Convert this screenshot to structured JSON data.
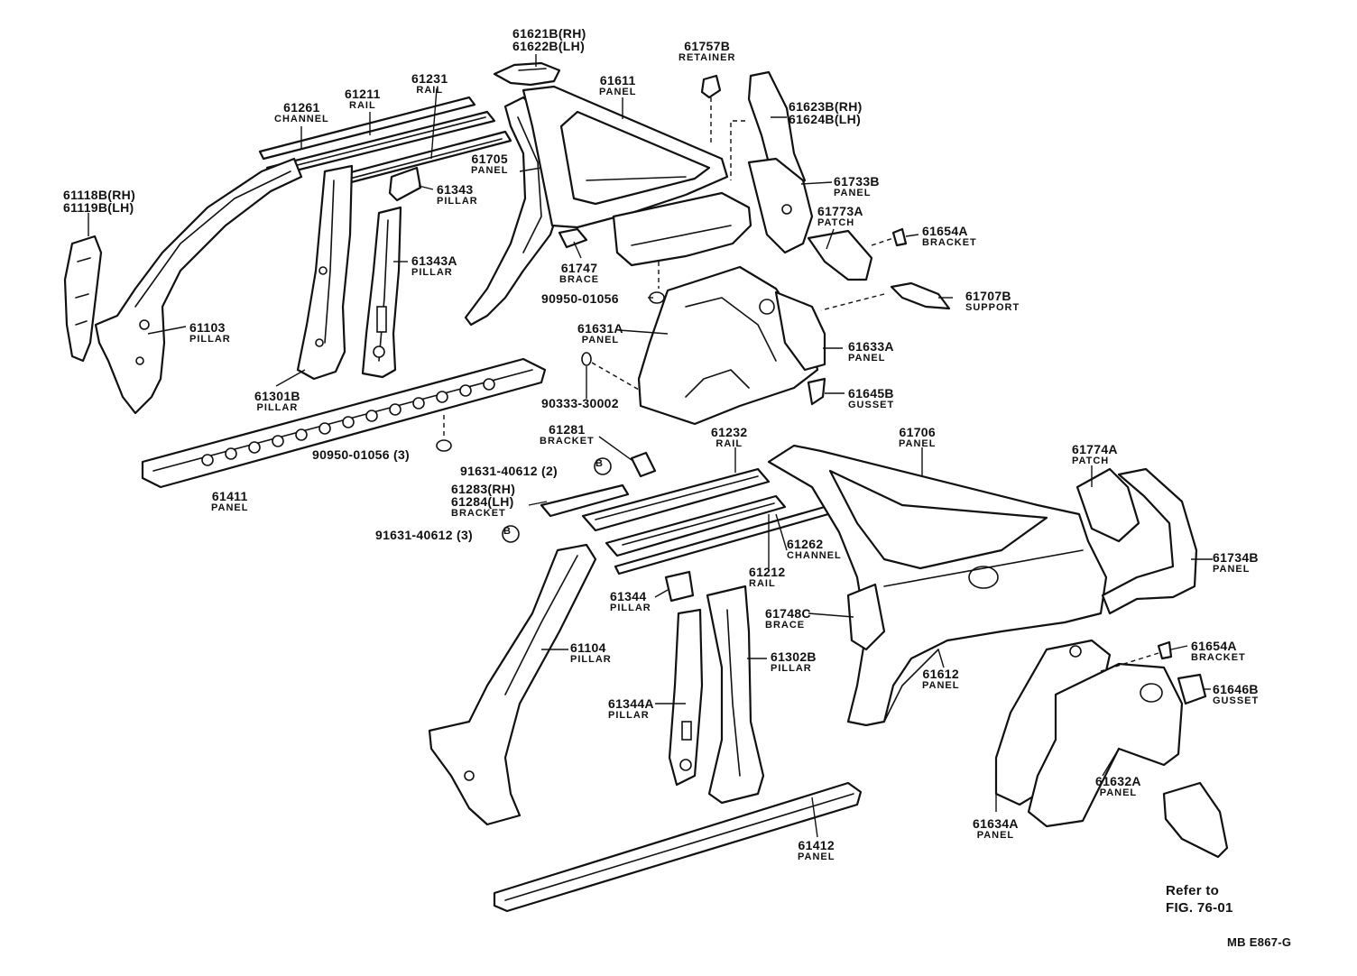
{
  "parts": {
    "p61621B": {
      "num": "61621B(RH)"
    },
    "p61622B": {
      "num": "61622B(LH)"
    },
    "p61757B": {
      "num": "61757B",
      "name": "RETAINER"
    },
    "p61611": {
      "num": "61611",
      "name": "PANEL"
    },
    "p61231": {
      "num": "61231",
      "name": "RAIL"
    },
    "p61211": {
      "num": "61211",
      "name": "RAIL"
    },
    "p61261": {
      "num": "61261",
      "name": "CHANNEL"
    },
    "p61623B": {
      "num": "61623B(RH)"
    },
    "p61624B": {
      "num": "61624B(LH)"
    },
    "p61705": {
      "num": "61705",
      "name": "PANEL"
    },
    "p61733B": {
      "num": "61733B",
      "name": "PANEL"
    },
    "p61773A": {
      "num": "61773A",
      "name": "PATCH"
    },
    "p61654A_top": {
      "num": "61654A",
      "name": "BRACKET"
    },
    "p61118B": {
      "num": "61118B(RH)"
    },
    "p61119B": {
      "num": "61119B(LH)"
    },
    "p61343": {
      "num": "61343",
      "name": "PILLAR"
    },
    "p61343A": {
      "num": "61343A",
      "name": "PILLAR"
    },
    "p61747": {
      "num": "61747",
      "name": "BRACE"
    },
    "p90950_a": {
      "num": "90950-01056"
    },
    "p61707B": {
      "num": "61707B",
      "name": "SUPPORT"
    },
    "p61103": {
      "num": "61103",
      "name": "PILLAR"
    },
    "p61631A": {
      "num": "61631A",
      "name": "PANEL"
    },
    "p61633A": {
      "num": "61633A",
      "name": "PANEL"
    },
    "p61301B": {
      "num": "61301B",
      "name": "PILLAR"
    },
    "p90333": {
      "num": "90333-30002"
    },
    "p61645B": {
      "num": "61645B",
      "name": "GUSSET"
    },
    "p61281": {
      "num": "61281",
      "name": "BRACKET"
    },
    "p61232": {
      "num": "61232",
      "name": "RAIL"
    },
    "p61706": {
      "num": "61706",
      "name": "PANEL"
    },
    "p90950_b": {
      "num": "90950-01056 (3)"
    },
    "p61774A": {
      "num": "61774A",
      "name": "PATCH"
    },
    "p91631_a": {
      "num": "91631-40612 (2)",
      "circle": "B"
    },
    "p61411": {
      "num": "61411",
      "name": "PANEL"
    },
    "p61283": {
      "num": "61283(RH)"
    },
    "p61284": {
      "num": "61284(LH)",
      "name": "BRACKET"
    },
    "p91631_b": {
      "num": "91631-40612 (3)",
      "circle": "B"
    },
    "p61262": {
      "num": "61262",
      "name": "CHANNEL"
    },
    "p61734B": {
      "num": "61734B",
      "name": "PANEL"
    },
    "p61212": {
      "num": "61212",
      "name": "RAIL"
    },
    "p61344": {
      "num": "61344",
      "name": "PILLAR"
    },
    "p61748C": {
      "num": "61748C",
      "name": "BRACE"
    },
    "p61104": {
      "num": "61104",
      "name": "PILLAR"
    },
    "p61302B": {
      "num": "61302B",
      "name": "PILLAR"
    },
    "p61612": {
      "num": "61612",
      "name": "PANEL"
    },
    "p61654A_bot": {
      "num": "61654A",
      "name": "BRACKET"
    },
    "p61646B": {
      "num": "61646B",
      "name": "GUSSET"
    },
    "p61344A": {
      "num": "61344A",
      "name": "PILLAR"
    },
    "p61632A": {
      "num": "61632A",
      "name": "PANEL"
    },
    "p61634A": {
      "num": "61634A",
      "name": "PANEL"
    },
    "p61412": {
      "num": "61412",
      "name": "PANEL"
    }
  },
  "refer": {
    "line1": "Refer to",
    "line2": "FIG. 76-01"
  },
  "drawing_code": "MB E867-G"
}
